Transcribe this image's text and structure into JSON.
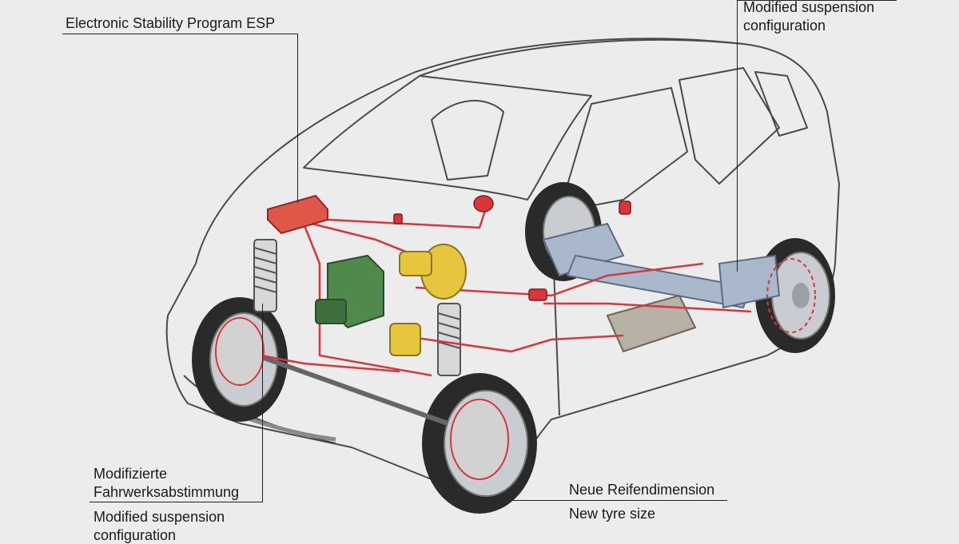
{
  "labels": {
    "esp": "Electronic Stability Program ESP",
    "rear_suspension_en_line1": "Modified suspension",
    "rear_suspension_en_line2": "configuration",
    "front_suspension_de_line1": "Modifizierte",
    "front_suspension_de_line2": "Fahrwerksabstimmung",
    "front_suspension_en_line1": "Modified suspension",
    "front_suspension_en_line2": "configuration",
    "tyre_de": "Neue Reifendimension",
    "tyre_en": "New tyre size"
  },
  "colors": {
    "background": "#ececec",
    "line": "#222222",
    "car_outline": "#4a4a4a",
    "brake_lines": "#d8363a",
    "esp_unit": "#e0574a",
    "hydraulic_unit": "#4f8a4c",
    "brake_booster": "#e6c63c",
    "axle": "#aab8cc",
    "tyre": "#2a2a2a",
    "rim": "#c9ccd0"
  }
}
